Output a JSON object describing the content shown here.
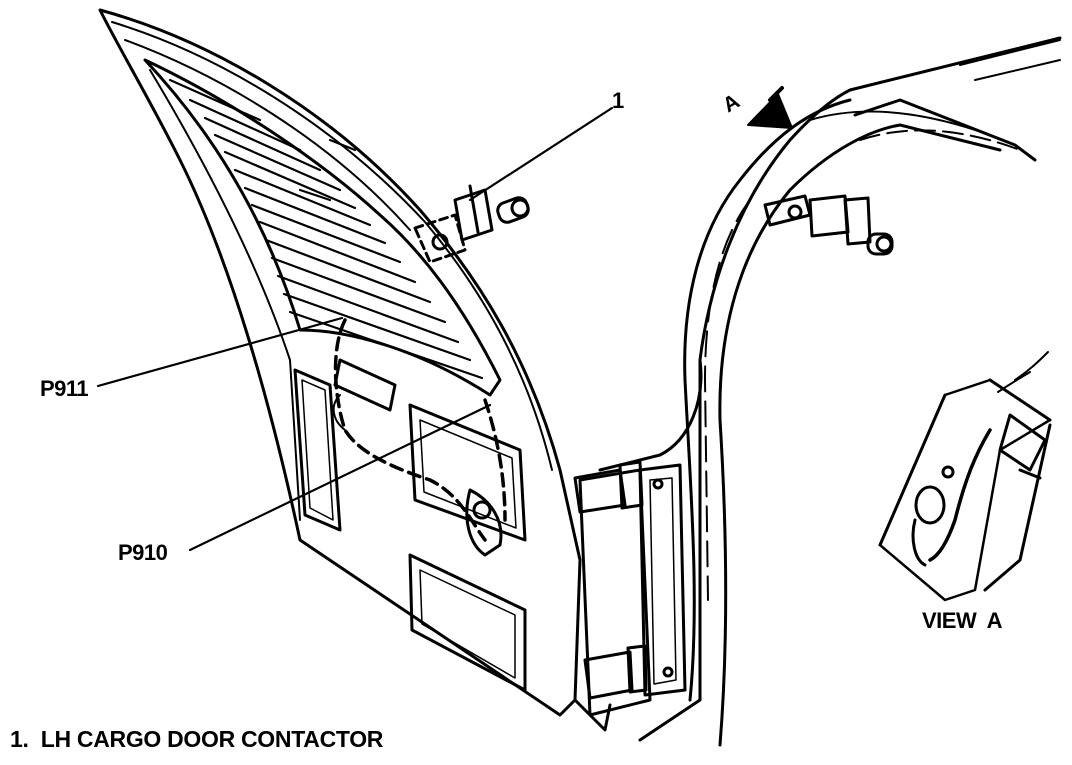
{
  "callouts": {
    "item1": "1",
    "p911": "P911",
    "p910": "P910",
    "view_arrow": "A",
    "view_label": "VIEW  A"
  },
  "legend": {
    "item1": "1.  LH CARGO DOOR CONTACTOR"
  }
}
